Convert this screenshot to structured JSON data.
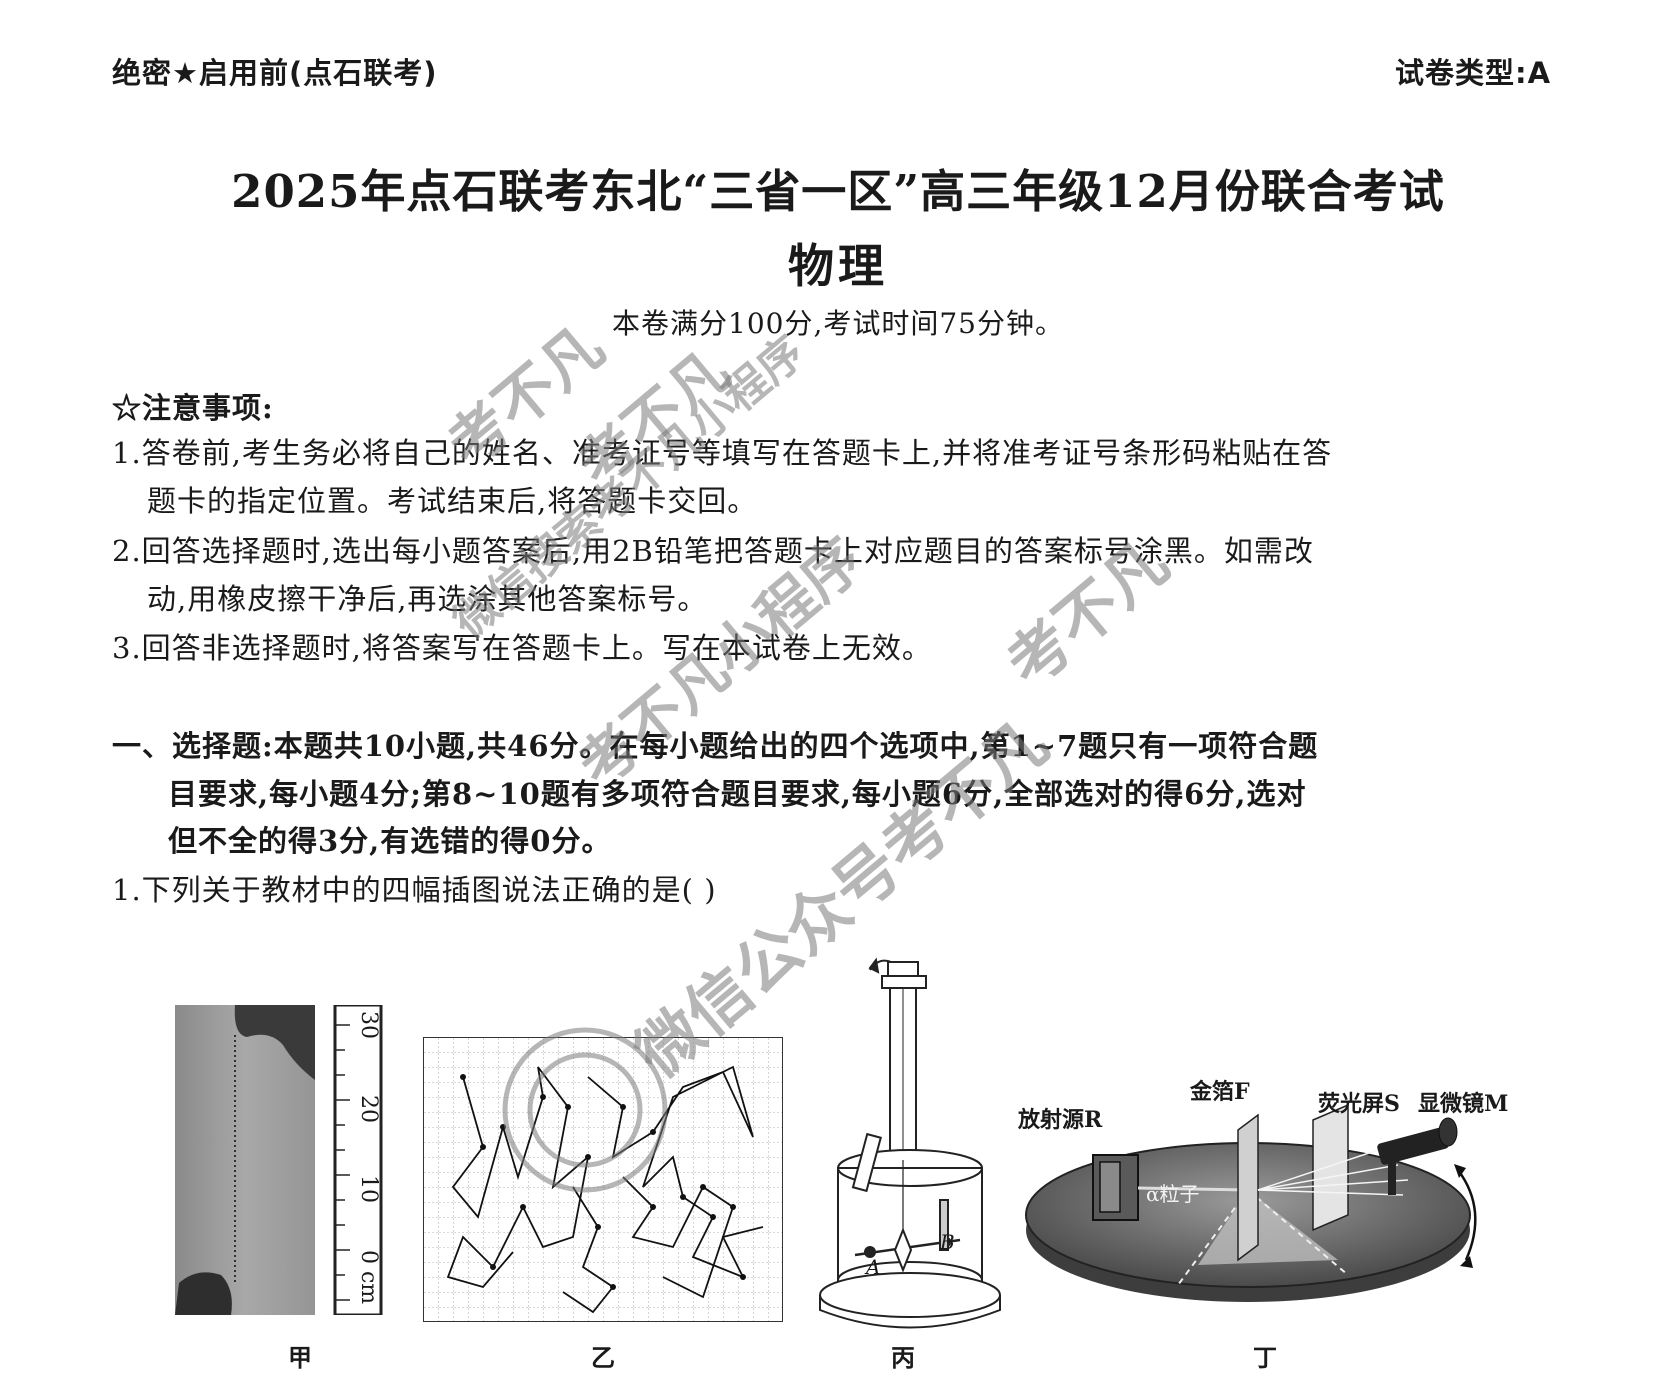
{
  "header": {
    "left": "绝密★启用前(点石联考)",
    "right": "试卷类型:A"
  },
  "title": "2025年点石联考东北“三省一区”高三年级12月份联合考试",
  "subject": "物理",
  "score_info": "本卷满分100分,考试时间75分钟。",
  "notice": {
    "heading": "☆注意事项:",
    "items": [
      {
        "line1": "1.答卷前,考生务必将自己的姓名、准考证号等填写在答题卡上,并将准考证号条形码粘贴在答",
        "line2": "题卡的指定位置。考试结束后,将答题卡交回。"
      },
      {
        "line1": "2.回答选择题时,选出每小题答案后,用2B铅笔把答题卡上对应题目的答案标号涂黑。如需改",
        "line2": "动,用橡皮擦干净后,再选涂其他答案标号。"
      },
      {
        "line1": "3.回答非选择题时,将答案写在答题卡上。写在本试卷上无效。"
      }
    ]
  },
  "section1": {
    "line1": "一、选择题:本题共10小题,共46分。在每小题给出的四个选项中,第1~7题只有一项符合题",
    "line2": "目要求,每小题4分;第8~10题有多项符合题目要求,每小题6分,全部选对的得6分,选对",
    "line3": "但不全的得3分,有选错的得0分。"
  },
  "question1": "1.下列关于教材中的四幅插图说法正确的是(     )",
  "figures": {
    "jia": {
      "caption": "甲",
      "ruler_labels": [
        "30",
        "20",
        "10",
        "0 cm"
      ]
    },
    "yi": {
      "caption": "乙"
    },
    "bing": {
      "caption": "丙",
      "labels": [
        "B",
        "A"
      ]
    },
    "ding": {
      "caption": "丁",
      "labels": {
        "source": "放射源R",
        "foil": "金箔F",
        "screen": "荧光屏S",
        "microscope": "显微镜M",
        "particle": "α粒子"
      }
    }
  },
  "watermark": [
    "考不凡",
    "考不凡",
    "考不凡",
    "微信搜索考不凡小程序",
    "考不凡小程序",
    "微信公众号考不凡"
  ]
}
